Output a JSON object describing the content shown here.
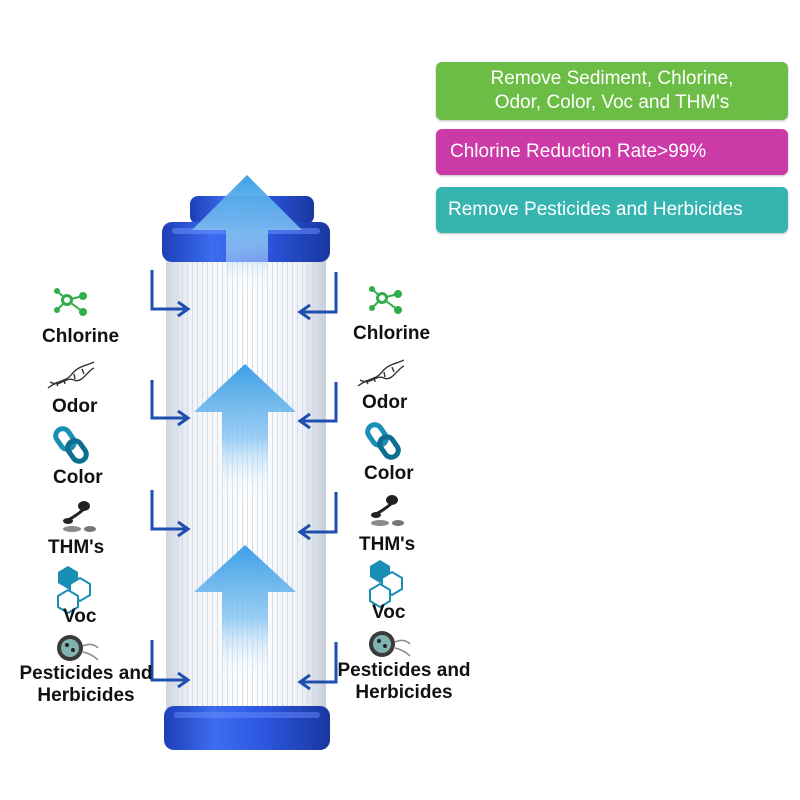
{
  "banners": [
    {
      "line1": "Remove Sediment, Chlorine,",
      "line2": "Odor, Color, Voc and THM's",
      "color": "#6bbd45"
    },
    {
      "text": "Chlorine Reduction Rate>99%",
      "color": "#cc3aa8"
    },
    {
      "text": "Remove Pesticides and Herbicides",
      "color": "#35b4b0"
    }
  ],
  "contaminants": {
    "left": {
      "chlorine": "Chlorine",
      "odor": "Odor",
      "color": "Color",
      "thms": "THM's",
      "voc": "Voc",
      "pesticides_line1": "Pesticides and",
      "pesticides_line2": "Herbicides"
    },
    "right": {
      "chlorine": "Chlorine",
      "odor": "Odor",
      "color": "Color",
      "thms": "THM's",
      "voc": "Voc",
      "pesticides_line1": "Pesticides and",
      "pesticides_line2": "Herbicides"
    }
  },
  "icons": [
    "molecule-icon",
    "dna-icon",
    "chain-link-icon",
    "droplets-icon",
    "hexagon-icon",
    "bacteria-icon"
  ],
  "colors": {
    "cap_blue": "#2a52d6",
    "flow_arrow": "#3da0e6",
    "inlet_arrow": "#1e4fb0",
    "icon_green": "#2fae4b",
    "icon_teal": "#1a8fb5"
  }
}
